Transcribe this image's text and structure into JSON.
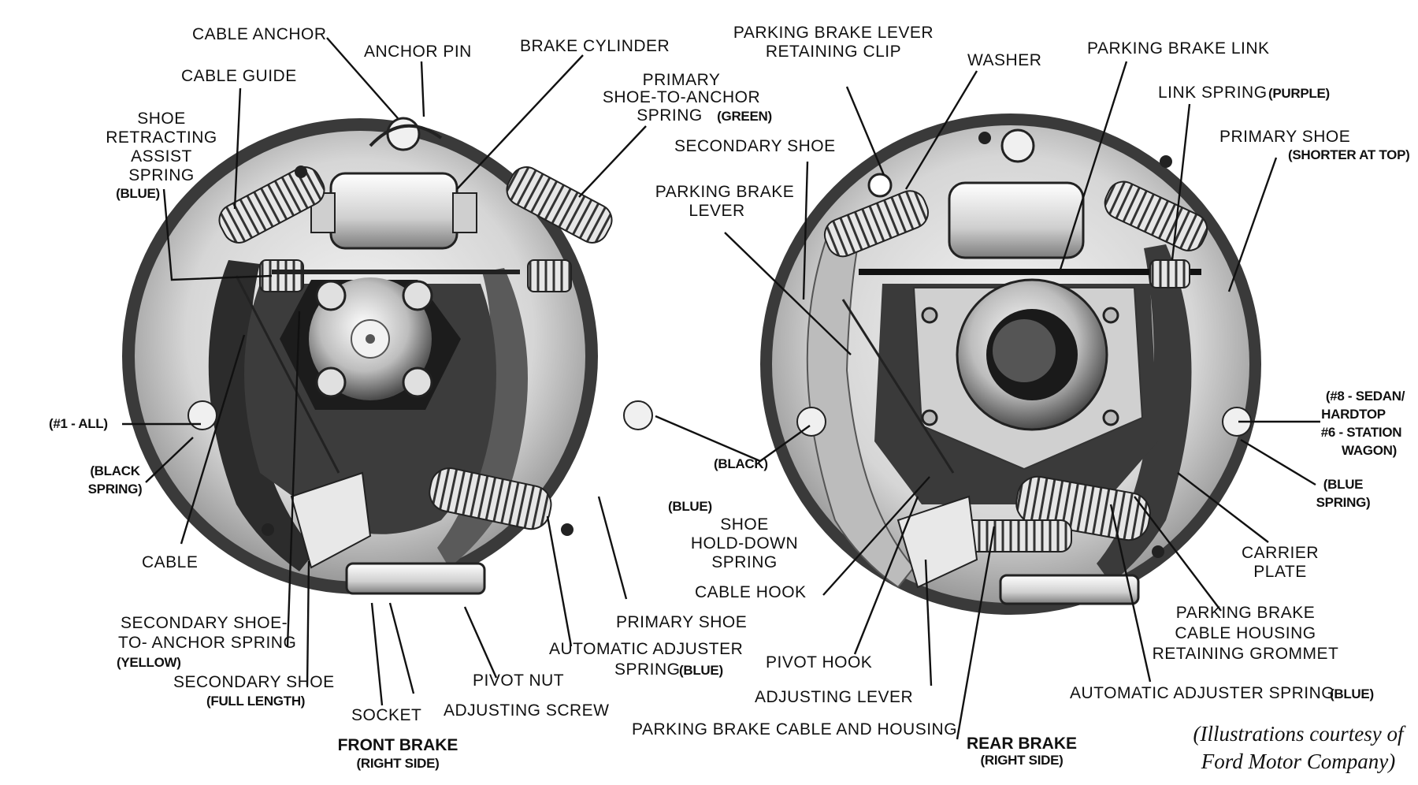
{
  "front": {
    "caption": "FRONT BRAKE",
    "subcaption": "(RIGHT SIDE)",
    "labels": {
      "cable_anchor": "CABLE ANCHOR",
      "anchor_pin": "ANCHOR PIN",
      "brake_cylinder": "BRAKE CYLINDER",
      "cable_guide": "CABLE GUIDE",
      "primary_spring": [
        "PRIMARY",
        "SHOE-TO-ANCHOR",
        "SPRING"
      ],
      "primary_spring_color": "(GREEN)",
      "shoe_retracting": [
        "SHOE",
        "RETRACTING",
        "ASSIST",
        "SPRING"
      ],
      "shoe_retracting_color": "(BLUE)",
      "all_1": "(#1 - ALL)",
      "black_spring": [
        "(BLACK",
        "SPRING)"
      ],
      "cable": "CABLE",
      "secondary_anchor_spring": [
        "SECONDARY SHOE-",
        "TO- ANCHOR SPRING"
      ],
      "secondary_anchor_spring_color": "(YELLOW)",
      "secondary_shoe": "SECONDARY SHOE",
      "secondary_shoe_note": "(FULL LENGTH)",
      "socket": "SOCKET",
      "adjusting_screw": "ADJUSTING SCREW",
      "pivot_nut": "PIVOT NUT",
      "auto_adjuster_spring": [
        "AUTOMATIC ADJUSTER",
        "SPRING"
      ],
      "auto_adjuster_spring_color": "(BLUE)",
      "primary_shoe": "PRIMARY SHOE"
    }
  },
  "shared": {
    "black": "(BLACK)",
    "blue": "(BLUE)",
    "holddown": [
      "SHOE",
      "HOLD-DOWN",
      "SPRING"
    ]
  },
  "rear": {
    "caption": "REAR BRAKE",
    "subcaption": "(RIGHT SIDE)",
    "labels": {
      "pb_lever_clip": [
        "PARKING BRAKE LEVER",
        "RETAINING CLIP"
      ],
      "washer": "WASHER",
      "pb_link": "PARKING BRAKE LINK",
      "link_spring": "LINK SPRING",
      "link_spring_color": "(PURPLE)",
      "secondary_shoe": "SECONDARY SHOE",
      "pb_lever": [
        "PARKING BRAKE",
        "LEVER"
      ],
      "primary_shoe": "PRIMARY SHOE",
      "primary_shoe_note": "(SHORTER AT TOP)",
      "sedan": [
        "(#8 - SEDAN/",
        "HARDTOP",
        "#6 - STATION",
        "WAGON)"
      ],
      "blue_spring": [
        "(BLUE",
        "SPRING)"
      ],
      "carrier_plate": [
        "CARRIER",
        "PLATE"
      ],
      "pb_grommet": [
        "PARKING BRAKE",
        "CABLE HOUSING",
        "RETAINING GROMMET"
      ],
      "cable_hook": "CABLE HOOK",
      "pivot_hook": "PIVOT HOOK",
      "adjusting_lever": "ADJUSTING LEVER",
      "auto_adjuster_spring": "AUTOMATIC ADJUSTER SPRING",
      "auto_adjuster_spring_color": "(BLUE)",
      "pb_cable_housing": "PARKING BRAKE CABLE AND HOUSING"
    }
  },
  "credit": [
    "(Illustrations courtesy of",
    "Ford Motor Company)"
  ]
}
